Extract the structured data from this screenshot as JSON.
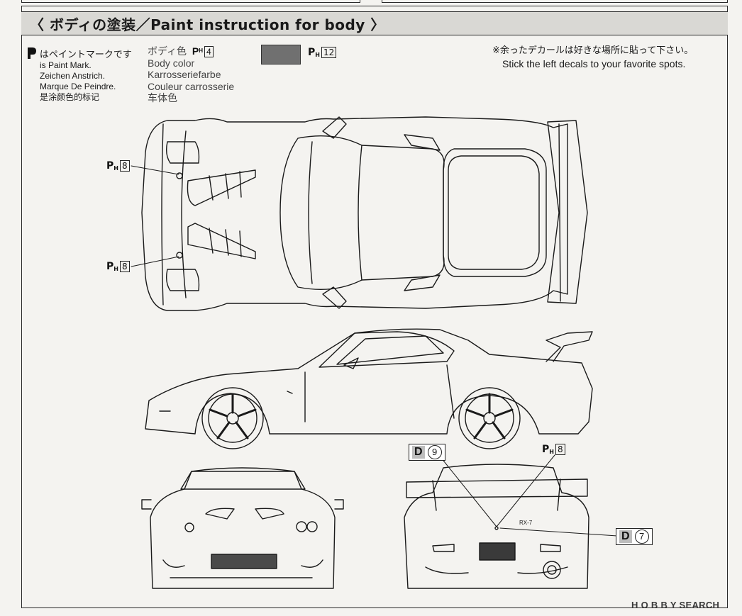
{
  "title": "〈 ボディの塗装／Paint instruction for body 〉",
  "legend": {
    "jp": "はペイントマークです",
    "lines": [
      "is Paint Mark.",
      "Zeichen Anstrich.",
      "Marque De Peindre.",
      "是涂颜色的标记"
    ]
  },
  "body_color": {
    "jp": "ボディ色",
    "code_prefix": "P",
    "code_sub": "H",
    "code": "4",
    "lines": [
      "Body color",
      "Karrosseriefarbe",
      "Couleur carrosserie",
      "车体色"
    ]
  },
  "swatch": {
    "color": "#707070",
    "code_prefix": "P",
    "code_sub": "H",
    "code": "12"
  },
  "note": {
    "jp": "※余ったデカールは好きな場所に貼って下さい。",
    "en": "Stick the left decals to your favorite spots."
  },
  "callouts": {
    "top_upper": {
      "prefix": "P",
      "sub": "H",
      "code": "8"
    },
    "top_lower": {
      "prefix": "P",
      "sub": "H",
      "code": "8"
    },
    "rear_ph": {
      "prefix": "P",
      "sub": "H",
      "code": "8"
    },
    "decal_9": {
      "letter": "D",
      "num": "9"
    },
    "decal_7": {
      "letter": "D",
      "num": "7"
    }
  },
  "rear_badge": "RX-7",
  "watermark": "H O B B Y SEARCH"
}
